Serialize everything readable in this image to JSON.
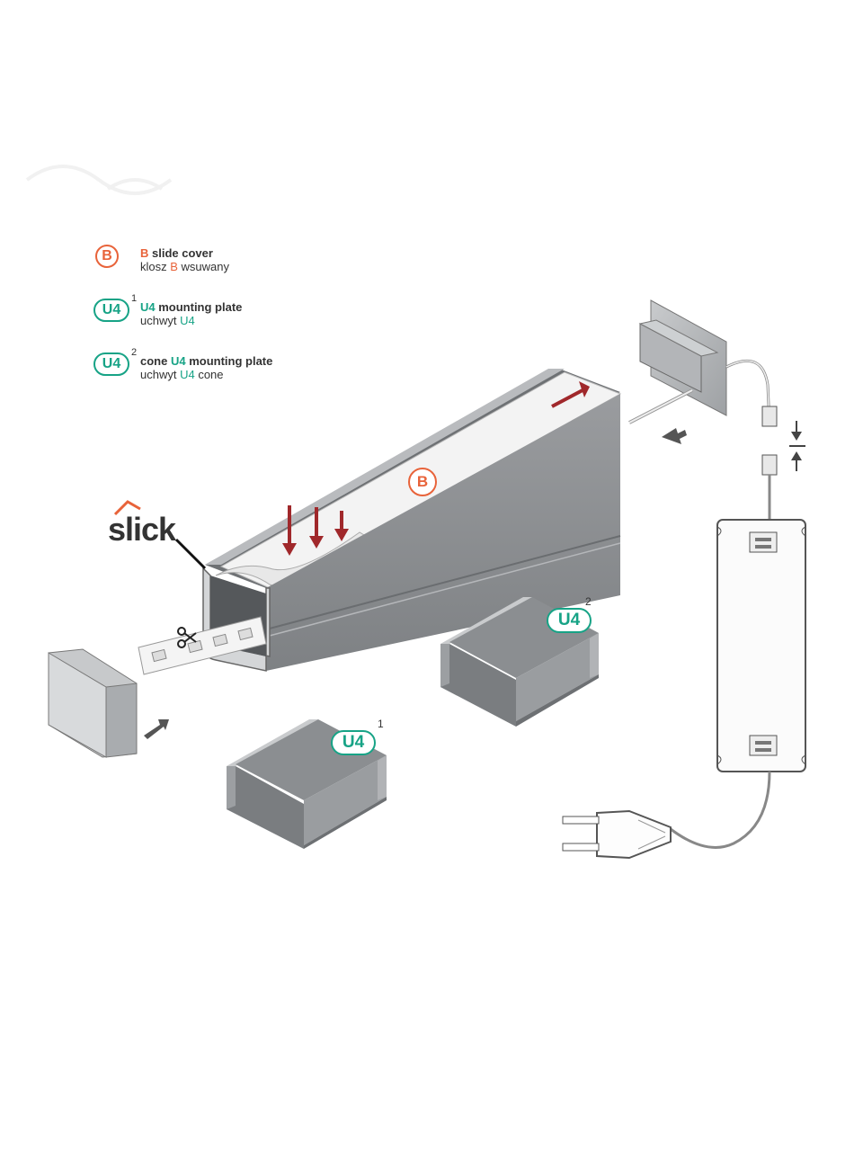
{
  "legend": [
    {
      "badge": "B",
      "sup": "",
      "line1_prefix": "B",
      "line1_rest": " slide cover",
      "line2_prefix": "klosz ",
      "line2_accent": "B",
      "line2_rest": " wsuwany"
    },
    {
      "badge": "U4",
      "sup": "1",
      "line1_prefix": "U4",
      "line1_rest": " mounting plate",
      "line2_prefix": "uchwyt ",
      "line2_accent": "U4",
      "line2_rest": ""
    },
    {
      "badge": "U4",
      "sup": "2",
      "line1_prefix": "cone ",
      "line1_accent": "U4",
      "line1_rest": " mounting plate",
      "line2_prefix": "uchwyt ",
      "line2_accent": "U4",
      "line2_rest": " cone"
    }
  ],
  "labels": {
    "cover_tag": "B",
    "plate1_tag": "U4",
    "plate1_sup": "1",
    "plate2_tag": "U4",
    "plate2_sup": "2",
    "brand": "slick"
  },
  "icons": {
    "scissors": "scissors-icon",
    "arrow": "arrow-icon"
  },
  "colors": {
    "accent_orange": "#e8633a",
    "accent_teal": "#17a386",
    "arrow_red": "#a0282b",
    "profile_gray": "#8e9194"
  }
}
